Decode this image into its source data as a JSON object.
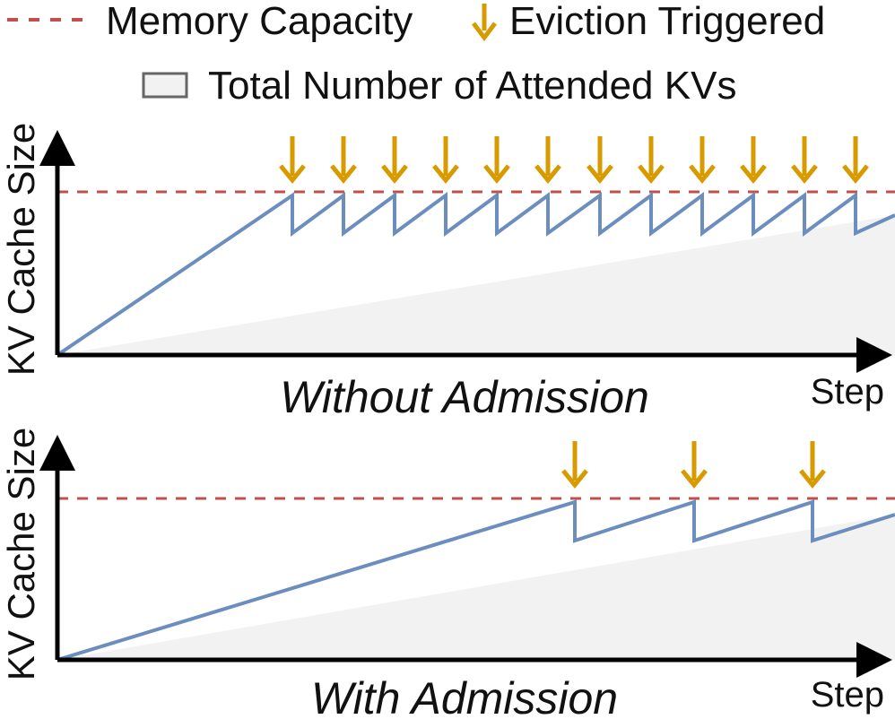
{
  "legend": {
    "capacity_label": "Memory Capacity",
    "eviction_label": "Eviction Triggered",
    "attended_label": "Total Number of Attended KVs"
  },
  "colors": {
    "capacity": "#c0504d",
    "eviction": "#d79b00",
    "cache_line": "#6c8ebf",
    "attended_fill": "#f2f2f2",
    "attended_stroke": "#666666",
    "axis": "#000000"
  },
  "panels": [
    {
      "ylabel": "KV Cache Size",
      "xlabel": "Step",
      "caption": "Without Admission",
      "evictions": 12
    },
    {
      "ylabel": "KV Cache Size",
      "xlabel": "Step",
      "caption": "With Admission",
      "evictions": 3
    }
  ]
}
